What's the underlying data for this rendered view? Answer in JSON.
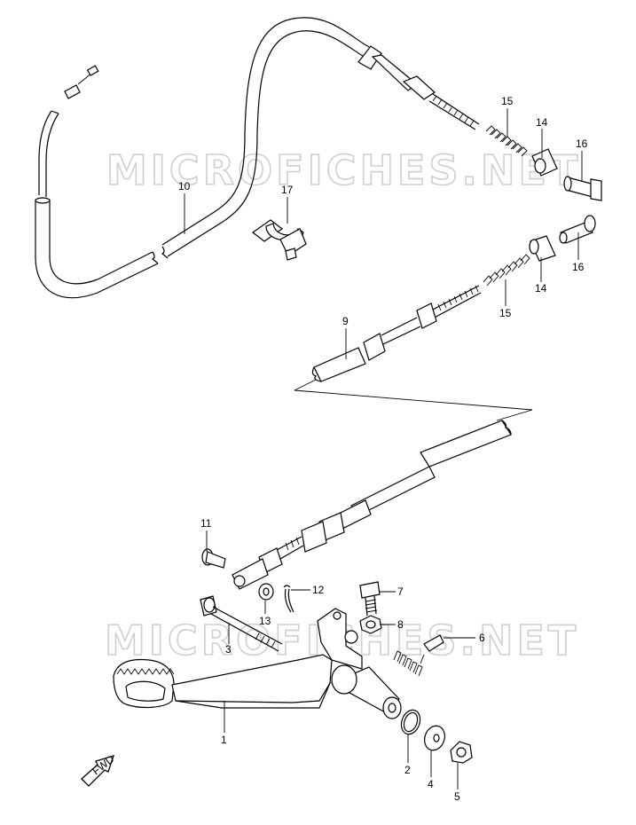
{
  "watermark": "MICROFICHES.NET",
  "fwd_label": "FWD",
  "callouts": [
    {
      "id": "c1",
      "text": "1"
    },
    {
      "id": "c2",
      "text": "2"
    },
    {
      "id": "c3",
      "text": "3"
    },
    {
      "id": "c4",
      "text": "4"
    },
    {
      "id": "c5",
      "text": "5"
    },
    {
      "id": "c6",
      "text": "6"
    },
    {
      "id": "c7",
      "text": "7"
    },
    {
      "id": "c8",
      "text": "8"
    },
    {
      "id": "c9",
      "text": "9"
    },
    {
      "id": "c10",
      "text": "10"
    },
    {
      "id": "c11",
      "text": "11"
    },
    {
      "id": "c12",
      "text": "12"
    },
    {
      "id": "c13",
      "text": "13"
    },
    {
      "id": "c14a",
      "text": "14"
    },
    {
      "id": "c14b",
      "text": "14"
    },
    {
      "id": "c15a",
      "text": "15"
    },
    {
      "id": "c15b",
      "text": "15"
    },
    {
      "id": "c16a",
      "text": "16"
    },
    {
      "id": "c16b",
      "text": "16"
    },
    {
      "id": "c17",
      "text": "17"
    }
  ]
}
